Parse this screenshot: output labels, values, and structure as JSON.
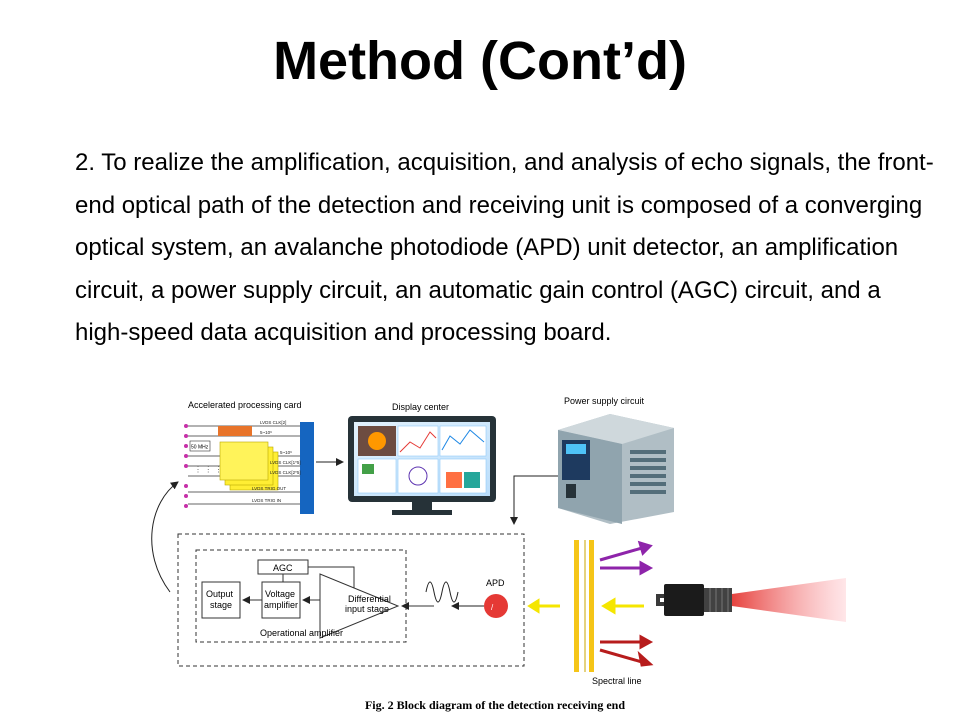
{
  "slide": {
    "title": "Method (Cont’d)",
    "body": "2. To realize the amplification, acquisition, and analysis of echo signals, the front-end optical path of the detection and receiving unit is composed of a converging optical system, an avalanche photodiode (APD) unit detector, an amplification circuit, a power supply circuit, an automatic gain control (AGC) circuit, and a high-speed data acquisition and processing board."
  },
  "figure": {
    "caption": "Fig. 2   Block diagram of the detection receiving end",
    "labels": {
      "processing_card": "Accelerated processing card",
      "display_center": "Display center",
      "power_supply": "Power supply circuit",
      "agc": "AGC",
      "output_stage": [
        "Output",
        "stage"
      ],
      "voltage_amplifier": [
        "Voltage",
        "amplifier"
      ],
      "differential": [
        "Differential",
        "input stage"
      ],
      "operational_amplifier": "Operational amplifier",
      "apd": "APD",
      "spectral_line": "Spectral line"
    },
    "card_signals": [
      "LVDS CLK[2]",
      "5~10⁶",
      "5~10⁶",
      "LVDS CLK[1*5]",
      "LVDS CLK[2*5]",
      "LVDS TRIG OUT",
      "LVDS TRIG IN"
    ],
    "card_clock": "50 MHz",
    "colors": {
      "bus_blue": "#1565c0",
      "chip_yellow": "#ffee33",
      "chip_orange": "#e8742a",
      "beam_red": "#e53935",
      "arrow_yellow": "#f5e600",
      "arrow_purple": "#8e24aa",
      "arrow_red": "#b71c1c",
      "filter_yellow": "#f5c518"
    }
  }
}
